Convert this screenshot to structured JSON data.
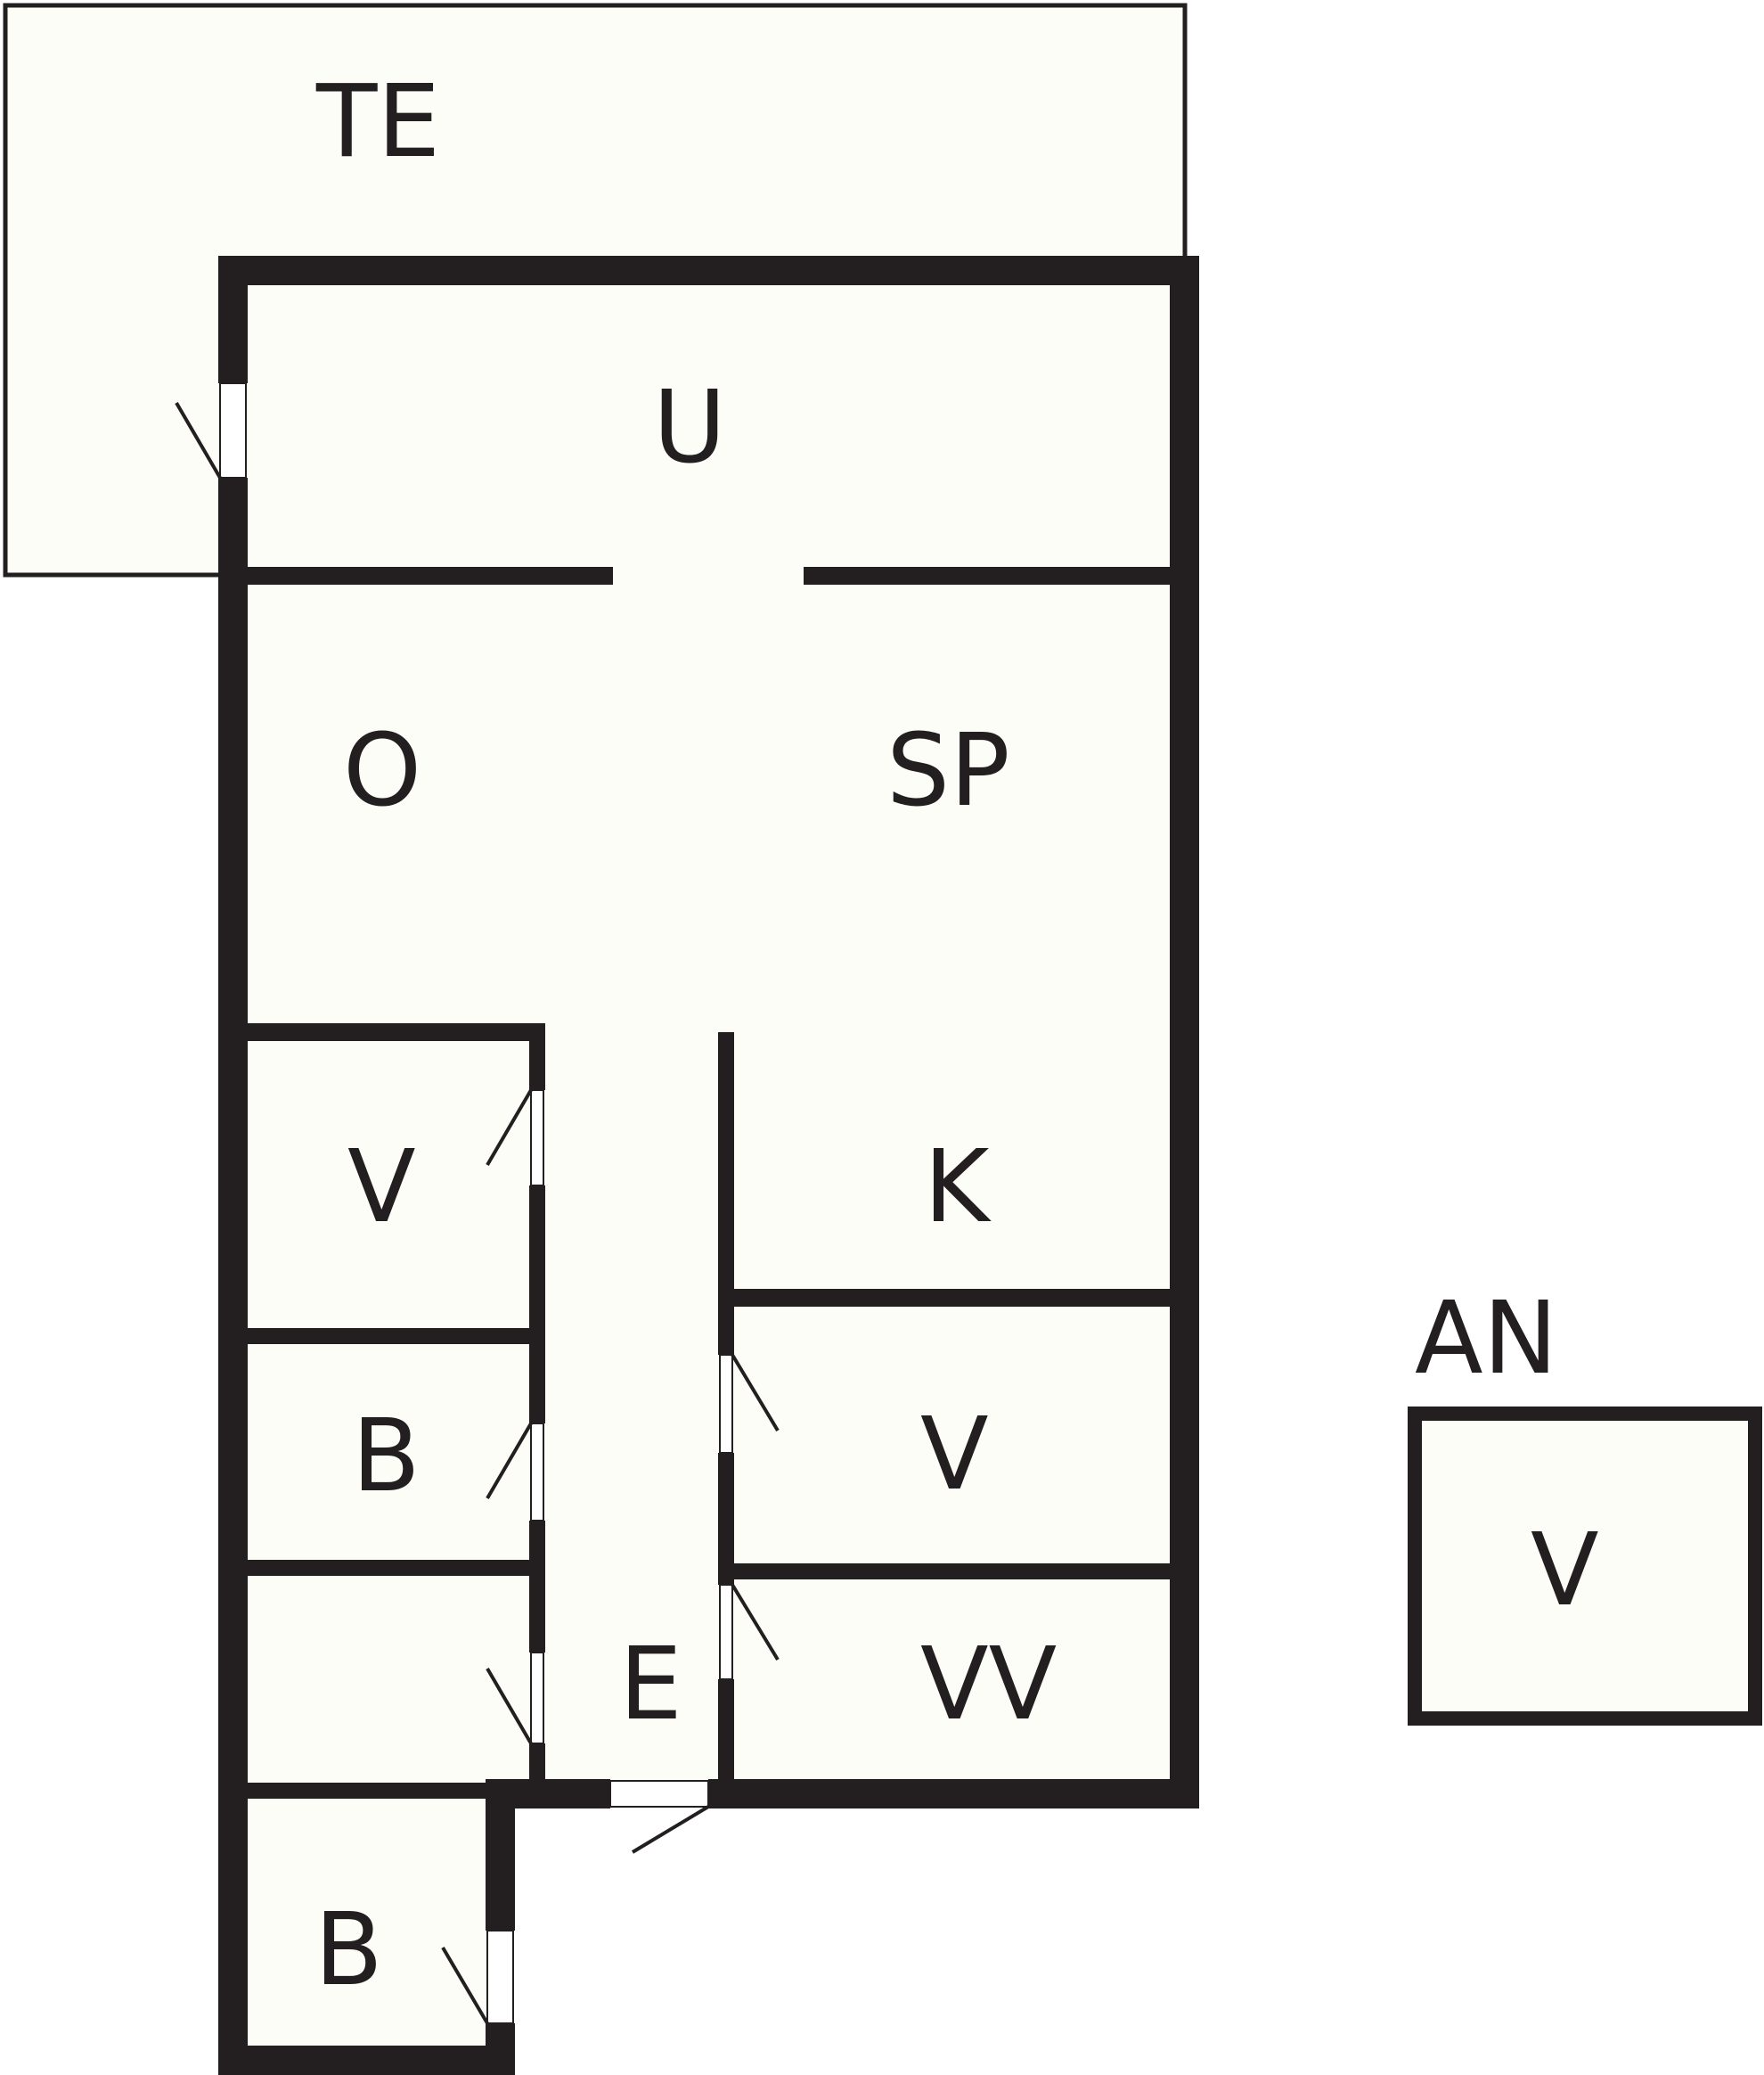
{
  "colors": {
    "wall": "#231f20",
    "floor": "#fdfdf7",
    "background": "#ffffff"
  },
  "labels": {
    "te": "TE",
    "u": "U",
    "o": "O",
    "sp": "SP",
    "k": "K",
    "v_left": "V",
    "b_left": "B",
    "v_right": "V",
    "vv": "VV",
    "e": "E",
    "b_bottom": "B",
    "an": "AN",
    "v_an": "V"
  }
}
